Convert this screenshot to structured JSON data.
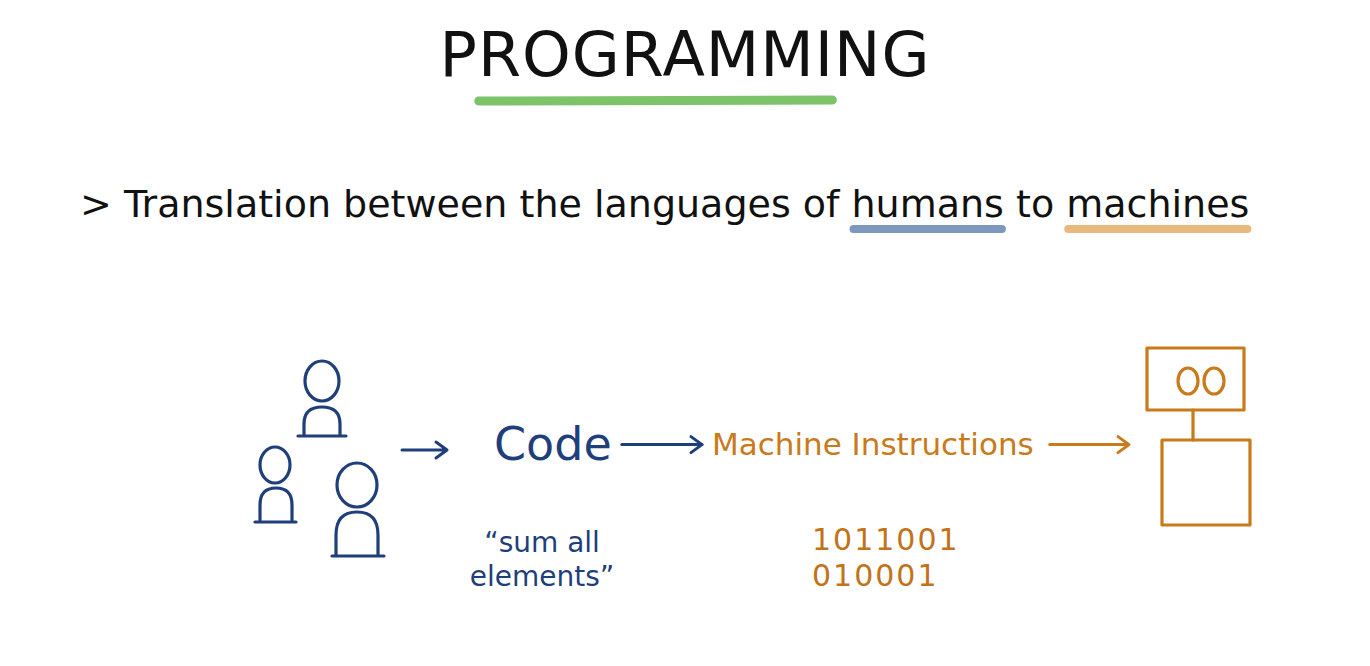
{
  "diagram": {
    "title": "PROGRAMMING",
    "nodes": [
      {
        "text": [
          "Code"
        ]
      },
      {
        "text": [
          "Machine Instructions"
        ]
      }
    ],
    "edges": [
      {
        "from": 0,
        "to": 1,
        "arrow": "to"
      }
    ],
    "labels": [
      "> Translation between the languages of humans to machines",
      "“sum all elements”",
      "1011001 010001"
    ]
  }
}
